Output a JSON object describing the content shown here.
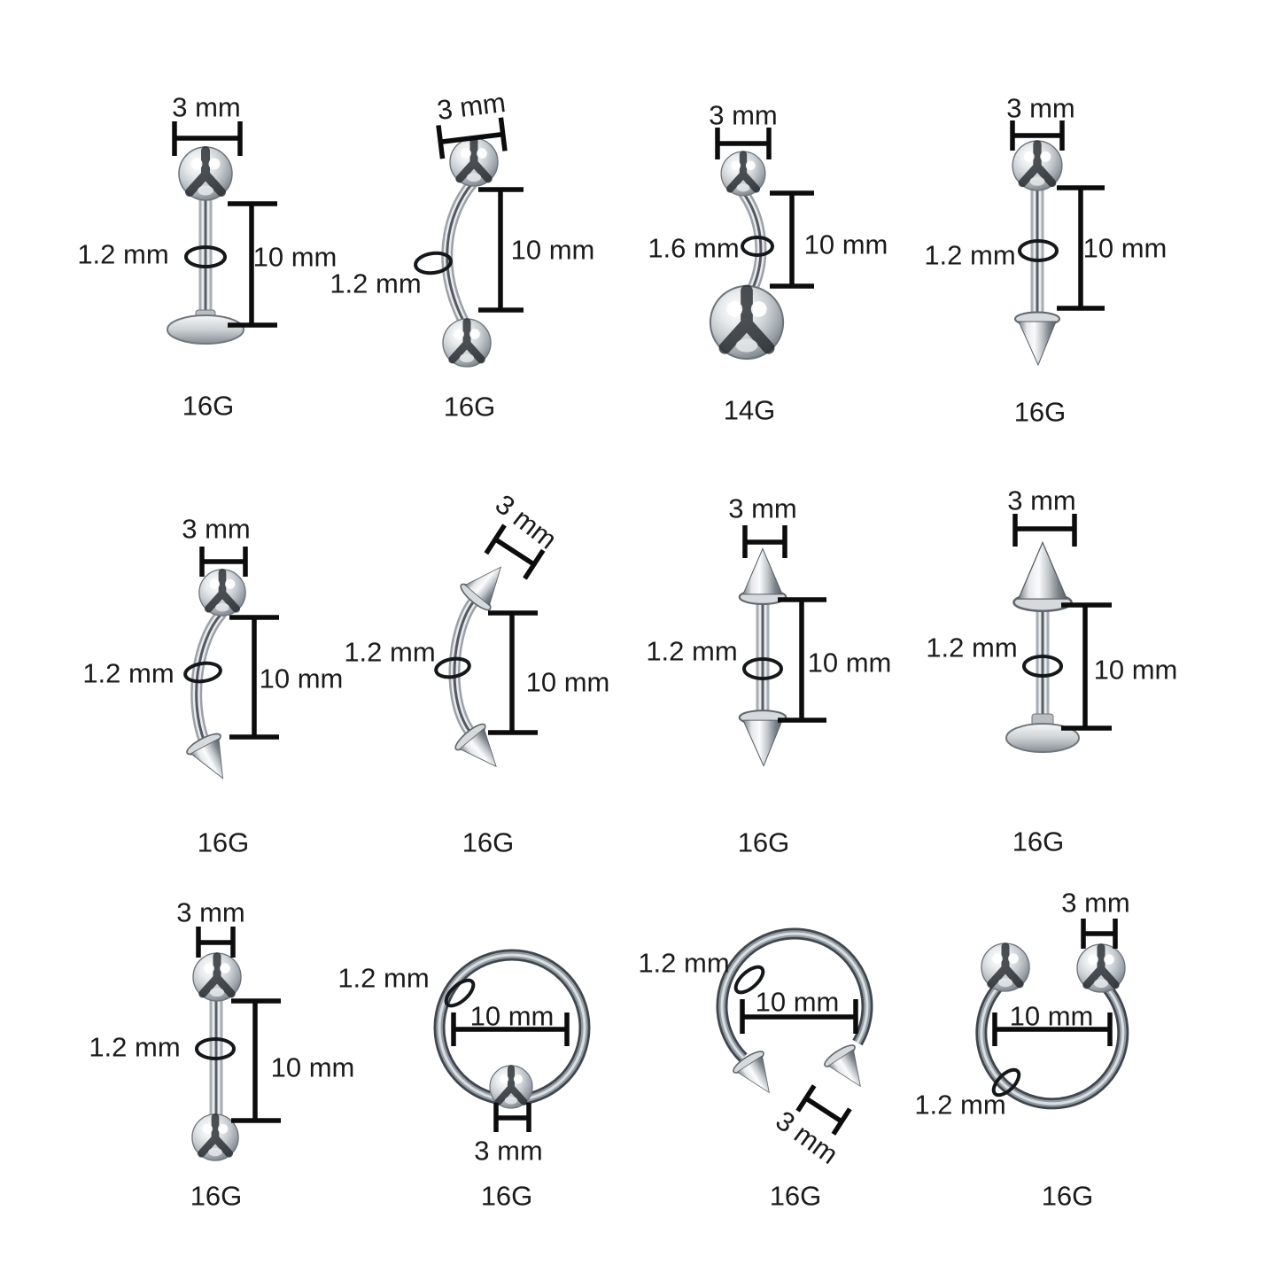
{
  "page": {
    "background": "#ffffff",
    "description": "Body piercing jewelry size chart: 12 stainless steel pieces in a 4x3 grid with dimension callouts"
  },
  "colors": {
    "text": "#1b1b1b",
    "dimension_lines": "#0c0c0c",
    "metal_light": "#f2f4f5",
    "metal_mid": "#aab1b7",
    "metal_dark": "#4a5158"
  },
  "items": [
    {
      "type": "labret-stud-ball",
      "ball_size": "3 mm",
      "bar_size": "1.2 mm",
      "length": "10 mm",
      "gauge": "16G"
    },
    {
      "type": "curved-barbell-two-balls",
      "ball_size": "3 mm",
      "bar_size": "1.2 mm",
      "length": "10 mm",
      "gauge": "16G"
    },
    {
      "type": "belly-button-ring",
      "ball_size": "3 mm",
      "bar_size": "1.6 mm",
      "length": "10 mm",
      "gauge": "14G"
    },
    {
      "type": "straight-barbell-ball-and-spike",
      "ball_size": "3 mm",
      "bar_size": "1.2 mm",
      "length": "10 mm",
      "gauge": "16G"
    },
    {
      "type": "curved-barbell-ball-and-spike",
      "ball_size": "3 mm",
      "bar_size": "1.2 mm",
      "length": "10 mm",
      "gauge": "16G"
    },
    {
      "type": "curved-barbell-two-spikes",
      "ball_size": "3 mm",
      "bar_size": "1.2 mm",
      "length": "10 mm",
      "gauge": "16G"
    },
    {
      "type": "straight-barbell-two-spikes",
      "ball_size": "3 mm",
      "bar_size": "1.2 mm",
      "length": "10 mm",
      "gauge": "16G"
    },
    {
      "type": "labret-stud-cone",
      "ball_size": "3 mm",
      "bar_size": "1.2 mm",
      "length": "10 mm",
      "gauge": "16G"
    },
    {
      "type": "straight-barbell-two-balls",
      "ball_size": "3 mm",
      "bar_size": "1.2 mm",
      "length": "10 mm",
      "gauge": "16G"
    },
    {
      "type": "captive-bead-ring",
      "ball_size": "3 mm",
      "bar_size": "1.2 mm",
      "diameter": "10 mm",
      "gauge": "16G"
    },
    {
      "type": "horseshoe-circular-barbell-spikes",
      "ball_size": "3 mm",
      "bar_size": "1.2 mm",
      "diameter": "10 mm",
      "gauge": "16G"
    },
    {
      "type": "horseshoe-circular-barbell-balls",
      "ball_size": "3 mm",
      "bar_size": "1.2 mm",
      "diameter": "10 mm",
      "gauge": "16G"
    }
  ]
}
